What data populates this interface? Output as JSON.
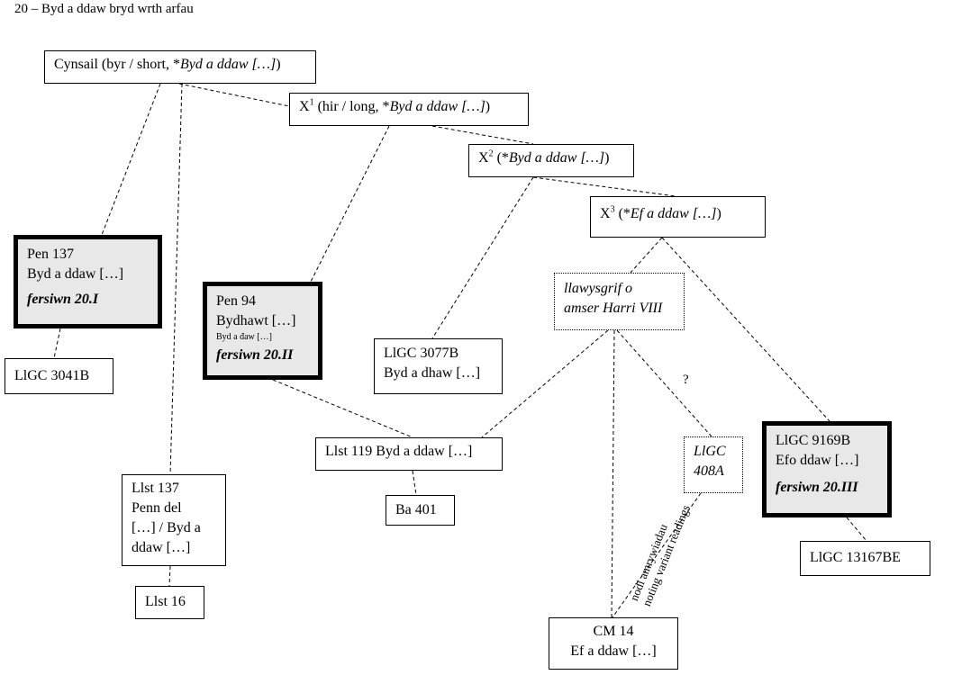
{
  "title": "20 – Byd a ddaw bryd wrth arfau",
  "nodes": {
    "cynsail": {
      "pre": "Cynsail (byr / short, *",
      "it": "Byd a ddaw […]",
      "post": ")"
    },
    "x1": {
      "pre": "X",
      "sup": "1",
      "mid": " (hir / long, *",
      "it": "Byd a ddaw […]",
      "post": ")"
    },
    "x2": {
      "pre": "X",
      "sup": "2",
      "mid": " (*",
      "it": "Byd a ddaw […]",
      "post": ")"
    },
    "x3": {
      "pre": "X",
      "sup": "3",
      "mid": " (*",
      "it": "Ef a ddaw […]",
      "post": ")"
    },
    "pen137": {
      "l1": "Pen 137",
      "l2": "Byd a ddaw […]",
      "ver": "fersiwn 20.I"
    },
    "llgc3041b": {
      "l1": "LlGC 3041B"
    },
    "pen94": {
      "l1": "Pen 94",
      "l2": "Bydhawt […]",
      "small": "Byd a đaw […]",
      "ver": "fersiwn 20.II"
    },
    "llgc3077b": {
      "l1": "LlGC 3077B",
      "l2": "Byd a dhaw […]"
    },
    "llawysgrif": {
      "l1": "llawysgrif o",
      "l2": "amser Harri VIII"
    },
    "llst119": {
      "l1": "Llst 119 Byd a ddaw […]"
    },
    "ba401": {
      "l1": "Ba 401"
    },
    "llst137": {
      "l1": "Llst 137",
      "l2": "Penn del",
      "l3": "[…] / Byd a",
      "l4": "ddaw […]"
    },
    "llst16": {
      "l1": "Llst 16"
    },
    "llgc408a": {
      "l1": "LlGC",
      "l2": "408A"
    },
    "llgc9169b": {
      "l1": "LlGC 9169B",
      "l2": "Efo ddaw […]",
      "ver": "fersiwn 20.III"
    },
    "llgc13167be": {
      "l1": "LlGC 13167BE"
    },
    "cm14": {
      "l1": "CM 14",
      "l2": "Ef a ddaw […]"
    }
  },
  "question_mark": "?",
  "edge_label_cy": "nodi amrywiadau",
  "edge_label_en": "noting variant readings"
}
